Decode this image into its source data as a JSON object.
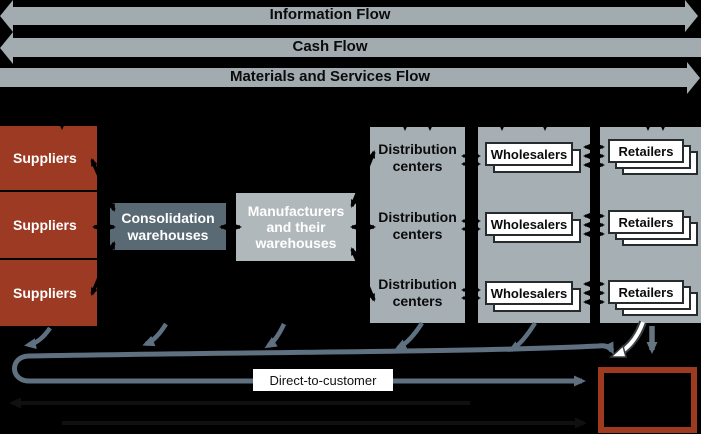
{
  "flows": {
    "items": [
      {
        "label": "Information Flow"
      },
      {
        "label": "Cash Flow"
      },
      {
        "label": "Materials and Services Flow"
      }
    ]
  },
  "tiers": {
    "suppliers": {
      "items": [
        "Suppliers",
        "Suppliers",
        "Suppliers"
      ]
    },
    "consolidation": {
      "label": "Consolidation warehouses"
    },
    "manufacturers": {
      "label": "Manufacturers and their warehouses"
    },
    "distribution": {
      "items": [
        "Distribution centers",
        "Distribution centers",
        "Distribution centers"
      ]
    },
    "wholesalers": {
      "items": [
        "Wholesalers",
        "Wholesalers",
        "Wholesalers"
      ]
    },
    "retailers": {
      "items": [
        "Retailers",
        "Retailers",
        "Retailers"
      ]
    }
  },
  "bottom": {
    "direct_to_customer_label": "Direct-to-customer"
  },
  "colors": {
    "background": "#000000",
    "flow_bar_gray": "#a2abaf",
    "supplier_red": "#9c3a23",
    "consolidation_slate": "#5a6a75",
    "manufacturer_gray": "#b1b8bb",
    "panel_gray": "#a6afb3",
    "loop_slate": "#5f7080",
    "customer_border_red": "#9e3a1f",
    "card_white": "#ffffff"
  }
}
